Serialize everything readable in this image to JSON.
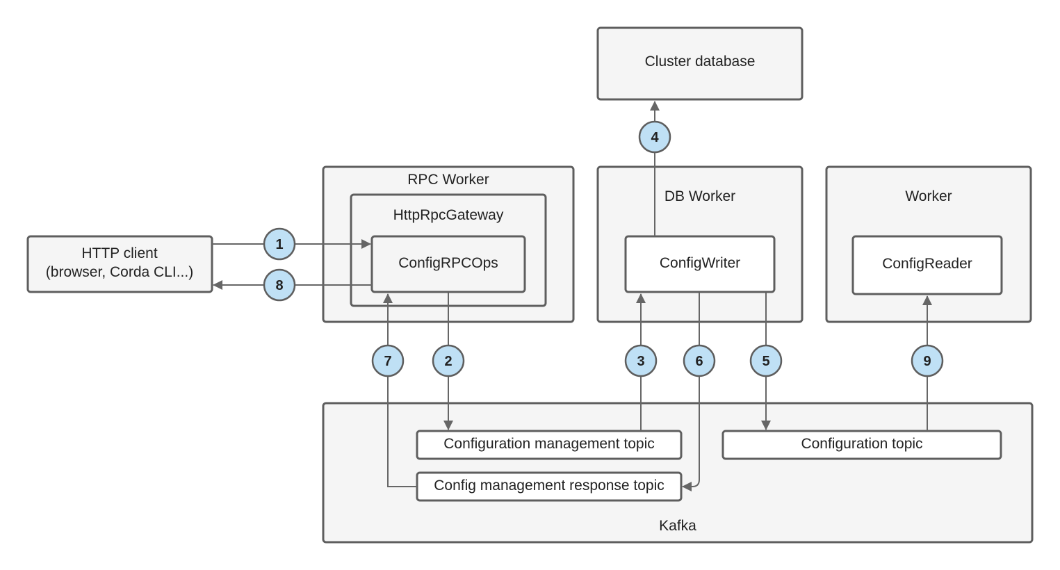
{
  "nodes": {
    "http_client_line1": "HTTP client",
    "http_client_line2": "(browser, Corda CLI...)",
    "rpc_worker": "RPC Worker",
    "http_rpc_gateway": "HttpRpcGateway",
    "config_rpc_ops": "ConfigRPCOps",
    "cluster_database": "Cluster database",
    "db_worker": "DB Worker",
    "config_writer": "ConfigWriter",
    "worker": "Worker",
    "config_reader": "ConfigReader",
    "kafka": "Kafka",
    "config_management_topic": "Configuration management topic",
    "config_management_response_topic": "Config management response topic",
    "configuration_topic": "Configuration topic"
  },
  "steps": {
    "s1": "1",
    "s2": "2",
    "s3": "3",
    "s4": "4",
    "s5": "5",
    "s6": "6",
    "s7": "7",
    "s8": "8",
    "s9": "9"
  },
  "colors": {
    "box_fill": "#f5f5f5",
    "border": "#5e5e5e",
    "badge_fill": "#bfe0f5"
  }
}
